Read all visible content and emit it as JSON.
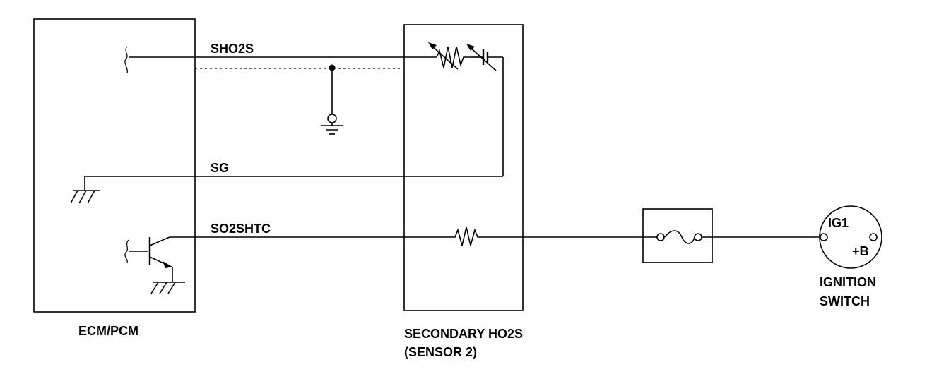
{
  "diagram": {
    "signals": {
      "sho2s": "SHO2S",
      "sg": "SG",
      "so2shtc": "SO2SHTC"
    },
    "components": {
      "ecm": "ECM/PCM",
      "ho2s_line1": "SECONDARY HO2S",
      "ho2s_line2": "(SENSOR 2)",
      "ignition_line1": "IGNITION",
      "ignition_line2": "SWITCH"
    },
    "ignition_terminals": {
      "ig1": "IG1",
      "plus_b": "+B"
    }
  }
}
